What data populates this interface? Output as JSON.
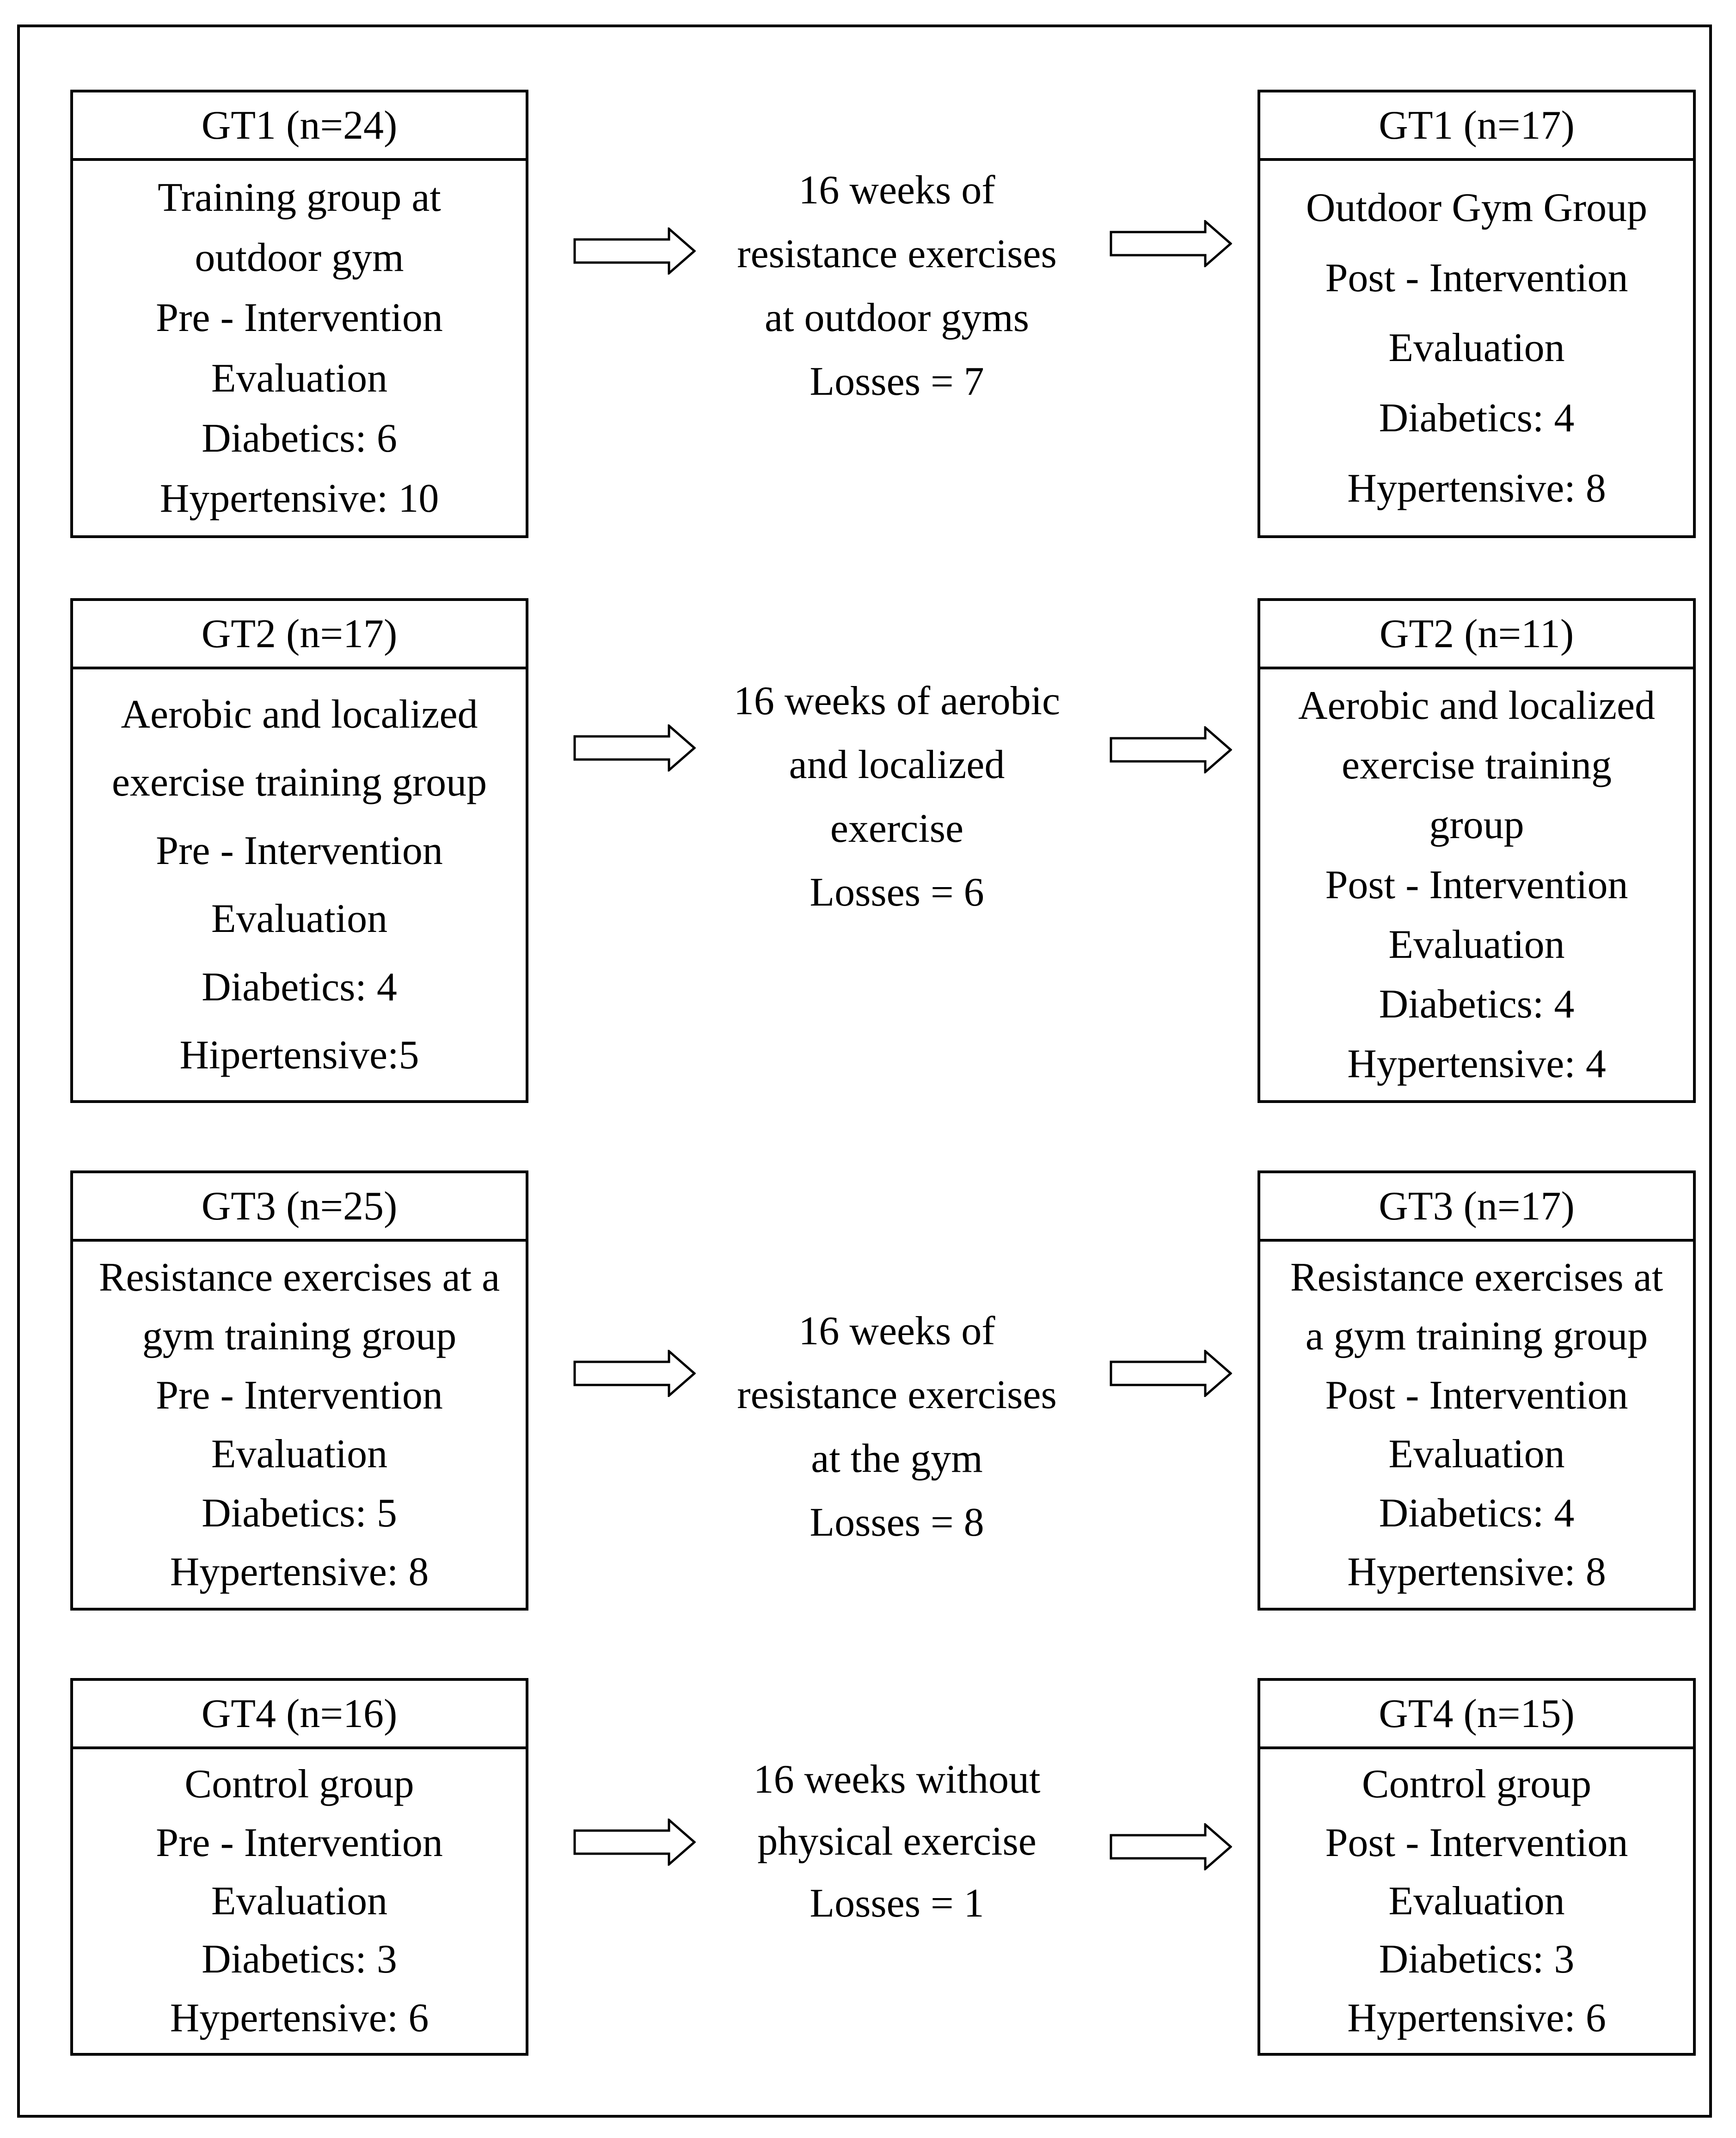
{
  "figure": {
    "type": "study-flow-diagram",
    "colors": {
      "ink": "#000000",
      "paper": "#ffffff"
    },
    "rows": [
      {
        "id": "GT1",
        "pre": {
          "header": "GT1 (n=24)",
          "lines": [
            "Training group at",
            "outdoor gym",
            "Pre - Intervention",
            "Evaluation",
            "Diabetics: 6",
            "Hypertensive: 10"
          ]
        },
        "intervention": {
          "lines": [
            "16 weeks of",
            "resistance exercises",
            "at outdoor gyms",
            "Losses = 7"
          ]
        },
        "post": {
          "header": "GT1 (n=17)",
          "lines": [
            "Outdoor Gym Group",
            "Post - Intervention",
            "Evaluation",
            "Diabetics: 4",
            "Hypertensive: 8"
          ]
        }
      },
      {
        "id": "GT2",
        "pre": {
          "header": "GT2 (n=17)",
          "lines": [
            "Aerobic and localized",
            "exercise training group",
            "Pre - Intervention",
            "Evaluation",
            "Diabetics: 4",
            "Hipertensive:5"
          ]
        },
        "intervention": {
          "lines": [
            "16 weeks of aerobic",
            "and localized",
            "exercise",
            "Losses = 6"
          ]
        },
        "post": {
          "header": "GT2 (n=11)",
          "lines": [
            "Aerobic and localized",
            "exercise training",
            "group",
            "Post - Intervention",
            "Evaluation",
            "Diabetics: 4",
            "Hypertensive: 4"
          ]
        }
      },
      {
        "id": "GT3",
        "pre": {
          "header": "GT3 (n=25)",
          "lines": [
            "Resistance exercises at a",
            "gym training group",
            "Pre - Intervention",
            "Evaluation",
            "Diabetics: 5",
            "Hypertensive: 8"
          ]
        },
        "intervention": {
          "lines": [
            "16 weeks of",
            "resistance exercises",
            "at the gym",
            "Losses = 8"
          ]
        },
        "post": {
          "header": "GT3 (n=17)",
          "lines": [
            "Resistance exercises at",
            "a gym training group",
            "Post - Intervention",
            "Evaluation",
            "Diabetics: 4",
            "Hypertensive: 8"
          ]
        }
      },
      {
        "id": "GT4",
        "pre": {
          "header": "GT4 (n=16)",
          "lines": [
            "Control group",
            "Pre - Intervention",
            "Evaluation",
            "Diabetics: 3",
            "Hypertensive: 6"
          ]
        },
        "intervention": {
          "lines": [
            "16 weeks without",
            "physical exercise",
            "Losses = 1"
          ]
        },
        "post": {
          "header": "GT4 (n=15)",
          "lines": [
            "Control group",
            "Post - Intervention",
            "Evaluation",
            "Diabetics: 3",
            "Hypertensive: 6"
          ]
        }
      }
    ]
  }
}
